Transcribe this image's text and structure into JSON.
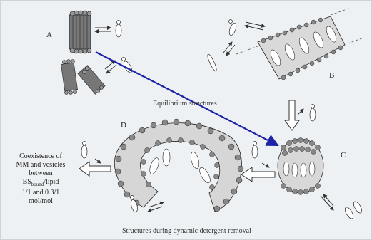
{
  "labels": {
    "A": "A",
    "B": "B",
    "C": "C",
    "D": "D",
    "equilibrium": "Equilibrium structures",
    "dynamic": "Structures during dynamic detergent removal"
  },
  "coexistence": {
    "line1": "Coexistence of",
    "line2": "MM and vesicles",
    "line3": "between",
    "bs_prefix": "BS",
    "bs_subscript": "bound",
    "bs_suffix": "/lipid",
    "line5": "1/1 and 0.3/1",
    "line6": "mol/mol"
  },
  "colors": {
    "background": "#eef1f3",
    "lipid_head": "#8a8a8a",
    "blue_arrow": "#1d22a6",
    "ink": "#222222"
  }
}
